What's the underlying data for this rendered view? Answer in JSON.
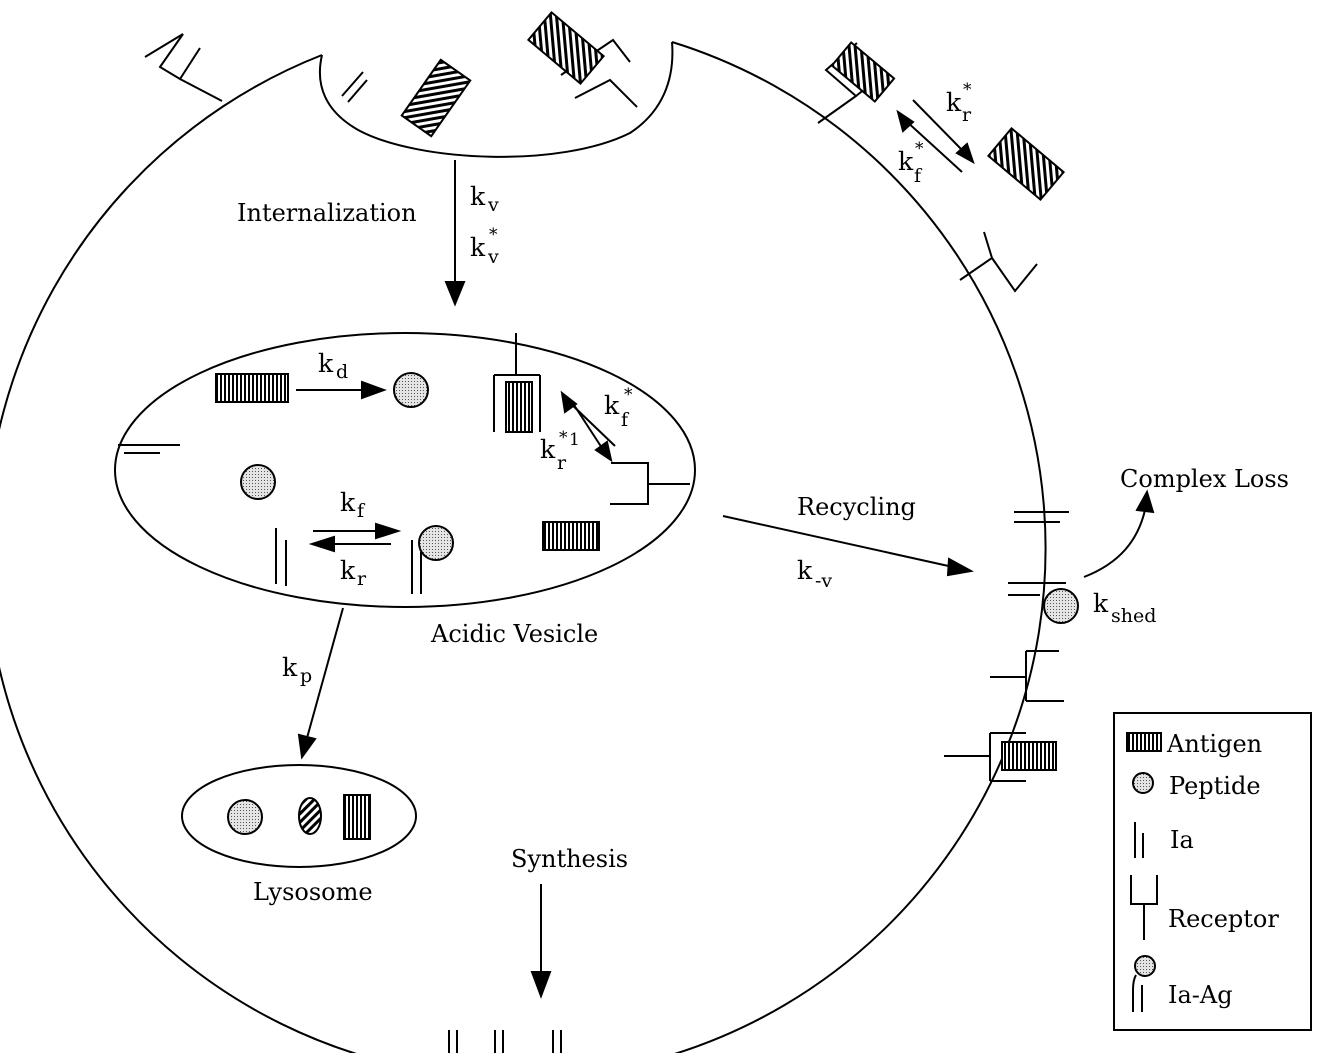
{
  "labels": {
    "internalization": "Internalization",
    "acidic_vesicle": "Acidic Vesicle",
    "lysosome": "Lysosome",
    "synthesis": "Synthesis",
    "recycling": "Recycling",
    "complex_loss": "Complex Loss"
  },
  "rates": {
    "k": "k",
    "star": "*",
    "v": "v",
    "d": "d",
    "f": "f",
    "r": "r",
    "p": "p",
    "neg_v": "-v",
    "shed": "shed",
    "one": "1"
  },
  "legend": {
    "antigen": "Antigen",
    "peptide": "Peptide",
    "ia": "Ia",
    "receptor": "Receptor",
    "ia_ag": "Ia-Ag"
  }
}
